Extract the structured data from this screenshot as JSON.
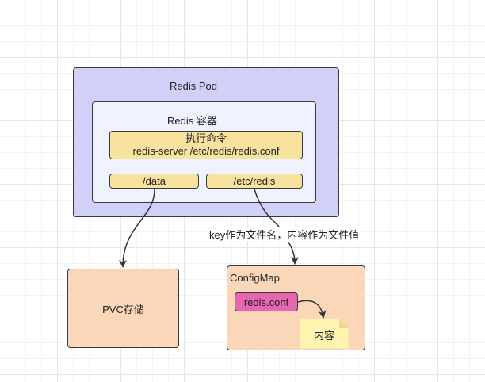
{
  "pod": {
    "label": "Redis Pod"
  },
  "container": {
    "label": "Redis 容器",
    "command": {
      "line1": "执行命令",
      "line2": "redis-server /etc/redis/redis.conf"
    },
    "mounts": {
      "data": "/data",
      "etc": "/etc/redis"
    }
  },
  "edges": {
    "etc_to_configmap_label": "key作为文件名，内容作为文件值"
  },
  "pvc": {
    "label": "PVC存储"
  },
  "configmap": {
    "label": "ConfigMap",
    "key": "redis.conf",
    "value_note": "内容"
  },
  "colors": {
    "pod_fill": "#d0d0f8",
    "container_fill": "#eef3ff",
    "mount_fill": "#f7e29e",
    "storage_fill": "#f9d7b8",
    "key_fill": "#e866b0",
    "note_fill": "#fff5b0"
  }
}
